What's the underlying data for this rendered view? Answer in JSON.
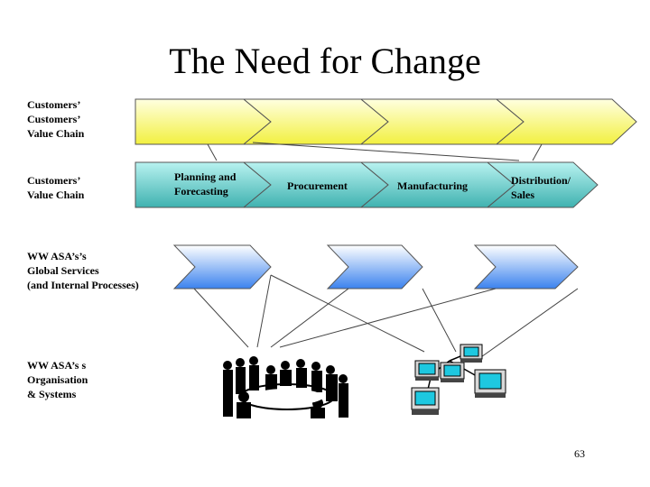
{
  "title": "The Need for Change",
  "rows": {
    "customers_customers": "Customers’\nCustomers’\nValue Chain",
    "customers": "Customers’\nValue Chain",
    "global_services": "WW ASA’s’s\nGlobal Services\n(and Internal Processes)",
    "organisation": "WW ASA’s s\nOrganisation\n& Systems"
  },
  "value_chain_steps": [
    "Planning and\nForecasting",
    "Procurement",
    "Manufacturing",
    "Distribution/\nSales"
  ],
  "page_number": "63",
  "colors": {
    "yellow_top": "#ffffe0",
    "yellow_bottom": "#f2f040",
    "teal_top": "#b8f2f0",
    "teal_bottom": "#3fb2b0",
    "blue_top": "#ffffff",
    "blue_bottom": "#3b82ee"
  },
  "icons": [
    "meeting-people-icon",
    "computer-network-icon"
  ]
}
